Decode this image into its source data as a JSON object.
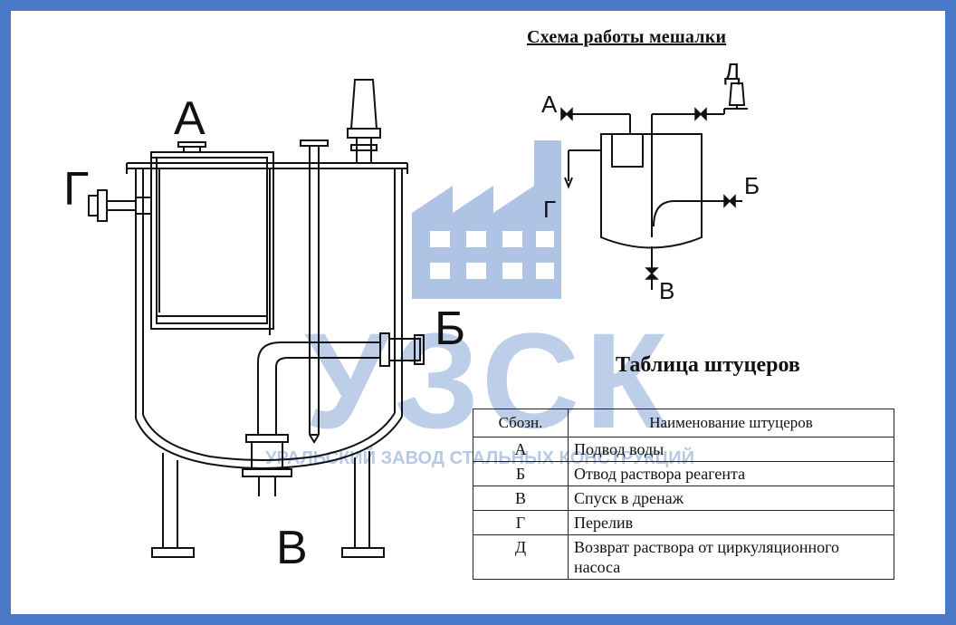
{
  "scheme": {
    "title": "Схема работы мешалки",
    "labels": {
      "a": "А",
      "b": "Б",
      "v": "В",
      "g": "Г",
      "d": "Д"
    }
  },
  "drawing": {
    "labels": {
      "a": "А",
      "b": "Б",
      "v": "В",
      "g": "Г"
    }
  },
  "watermark": {
    "text": "УЗСК",
    "subtext": "УРАЛЬСКИЙ ЗАВОД СТАЛЬНЫХ КОНСТРУКЦИЙ"
  },
  "ports_table": {
    "title": "Таблица штуцеров",
    "headers": [
      "Сбозн.",
      "Наименование штуцеров"
    ],
    "rows": [
      {
        "code": "А",
        "name": "Подвод воды"
      },
      {
        "code": "Б",
        "name": "Отвод раствора реагента"
      },
      {
        "code": "В",
        "name": "Спуск в дренаж"
      },
      {
        "code": "Г",
        "name": "Перелив"
      },
      {
        "code": "Д",
        "name": "Возврат раствора от циркуляционного насоса"
      }
    ]
  },
  "colors": {
    "border": "#4a79c8",
    "watermark": "#6f94d0",
    "line": "#111111"
  }
}
